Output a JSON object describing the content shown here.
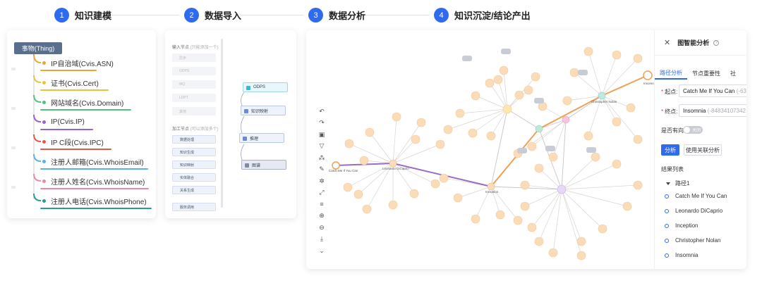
{
  "steps": [
    {
      "num": "1",
      "label": "知识建模"
    },
    {
      "num": "2",
      "label": "数据导入"
    },
    {
      "num": "3",
      "label": "数据分析"
    },
    {
      "num": "4",
      "label": "知识沉淀/结论产出"
    }
  ],
  "modeling": {
    "root": "事物(Thing)",
    "items": [
      {
        "label": "IP自治域(Cvis.ASN)",
        "color": "#e8a53a"
      },
      {
        "label": "证书(Cvis.Cert)",
        "color": "#e8c43a"
      },
      {
        "label": "网站域名(Cvis.Domain)",
        "color": "#52c27a"
      },
      {
        "label": "IP(Cvis.IP)",
        "color": "#9b5fd0"
      },
      {
        "label": "IP C段(Cvis.IPC)",
        "color": "#e05a4a"
      },
      {
        "label": "注册人邮箱(Cvis.WhoisEmail)",
        "color": "#5ab0e8"
      },
      {
        "label": "注册人姓名(Cvis.WhoisName)",
        "color": "#e88aa5"
      },
      {
        "label": "注册人电话(Cvis.WhoisPhone)",
        "color": "#2a9d8f"
      }
    ]
  },
  "import": {
    "input_section": "输入节点",
    "input_hint": "(只能添加一个)",
    "inputs": [
      "异步",
      "ODPS",
      "MQ",
      "LDPT",
      "其他"
    ],
    "process_section": "加工节点",
    "process_hint": "(可以添加多个)",
    "tools": [
      "数据处理",
      "知识生成",
      "知识映射",
      "实体融合",
      "关系生成",
      "服务调用"
    ],
    "flow": [
      {
        "label": "ODPS"
      },
      {
        "label": "知识映射"
      },
      {
        "label": "推理"
      },
      {
        "label": "图谱"
      }
    ]
  },
  "analysis": {
    "toolbar_icons": [
      "undo-icon",
      "redo-icon",
      "layout-icon",
      "filter-icon",
      "group-icon",
      "edit-icon",
      "focus-icon",
      "expand-icon",
      "layers-icon",
      "zoom-in-icon",
      "zoom-out-icon",
      "download-icon",
      "collapse-icon"
    ],
    "graph_labels": {
      "catch": "Catch Me If You Can",
      "leo": "Leonardo DiCaprio",
      "inception": "Inception",
      "nolan": "Christopher Nolan",
      "insomnia": "Insomnia"
    },
    "panel": {
      "title": "图智能分析",
      "tabs": [
        "路径分析",
        "节点重要性",
        "社"
      ],
      "start_label": "起点:",
      "start_value": "Catch Me If You Can",
      "start_suffix": "(-63",
      "end_label": "终点:",
      "end_value": "Insomnia",
      "end_suffix": "(-84834107342",
      "directed_label": "是否有向:",
      "toggle_text": "关闭",
      "analyze_button": "分析",
      "related_button": "使用关联分析",
      "results_title": "结果列表",
      "path_label": "路径1",
      "results": [
        "Catch Me If You Can",
        "Leonardo DiCaprio",
        "Inception",
        "Christopher Nolan",
        "Insomnia"
      ]
    }
  }
}
